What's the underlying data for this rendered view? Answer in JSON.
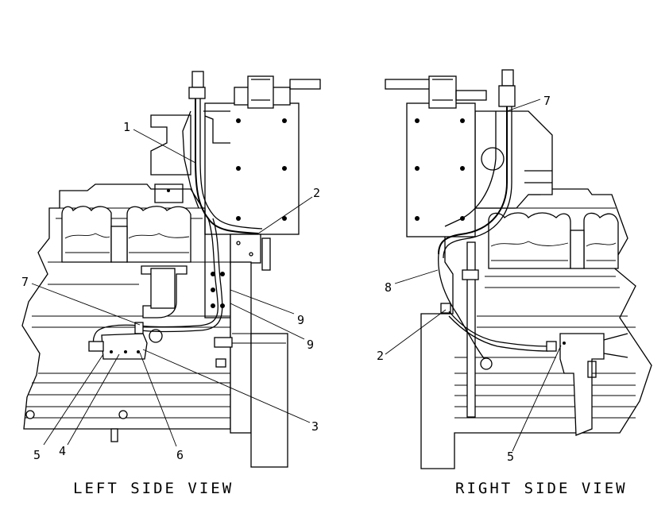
{
  "views": [
    {
      "id": "left",
      "caption": "LEFT SIDE VIEW",
      "callouts": [
        "1",
        "2",
        "7",
        "9",
        "9",
        "3",
        "5",
        "4",
        "6"
      ]
    },
    {
      "id": "right",
      "caption": "RIGHT SIDE VIEW",
      "callouts": [
        "7",
        "8",
        "2",
        "5"
      ]
    }
  ],
  "colors": {
    "line": "#000000",
    "background": "#ffffff"
  }
}
